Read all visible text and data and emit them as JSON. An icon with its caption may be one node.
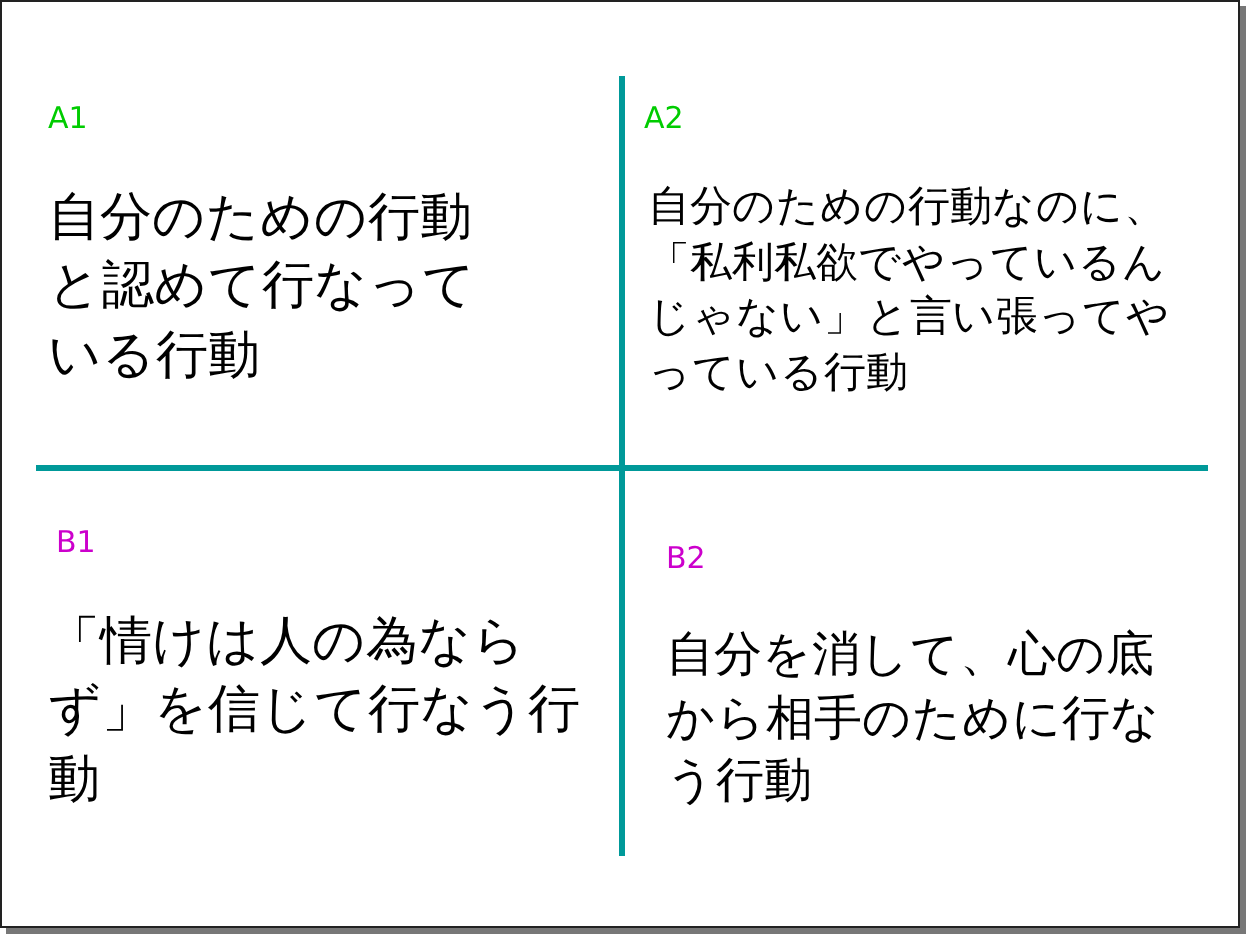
{
  "diagram": {
    "labels": [
      "A1",
      "自分のための行動と認めて行なっている行動",
      "A2",
      "自分のための行動なのに、「私利私欲でやっているんじゃない」と言い張ってやっている行動",
      "B1",
      "「情けは人の為ならず」を信じて行なう行動",
      "B2",
      "自分を消して、心の底から相手のために行なう行動"
    ]
  }
}
